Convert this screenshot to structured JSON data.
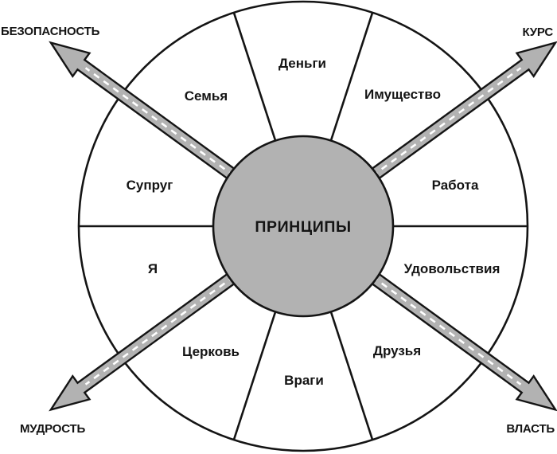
{
  "diagram": {
    "center": {
      "label": "ПРИНЦИПЫ"
    },
    "sectors": [
      {
        "id": "money",
        "label": "Деньги"
      },
      {
        "id": "property",
        "label": "Имущество"
      },
      {
        "id": "work",
        "label": "Работа"
      },
      {
        "id": "pleasures",
        "label": "Удовольствия"
      },
      {
        "id": "friends",
        "label": "Друзья"
      },
      {
        "id": "enemies",
        "label": "Враги"
      },
      {
        "id": "church",
        "label": "Церковь"
      },
      {
        "id": "self",
        "label": "Я"
      },
      {
        "id": "spouse",
        "label": "Супруг"
      },
      {
        "id": "family",
        "label": "Семья"
      }
    ],
    "corner_labels": {
      "top_left": "БЕЗОПАСНОСТЬ",
      "top_right": "КУРС",
      "bottom_left": "МУДРОСТЬ",
      "bottom_right": "ВЛАСТЬ"
    },
    "colors": {
      "shape_fill": "#b2b2b2",
      "outline": "#141414",
      "background": "#ffffff"
    }
  }
}
